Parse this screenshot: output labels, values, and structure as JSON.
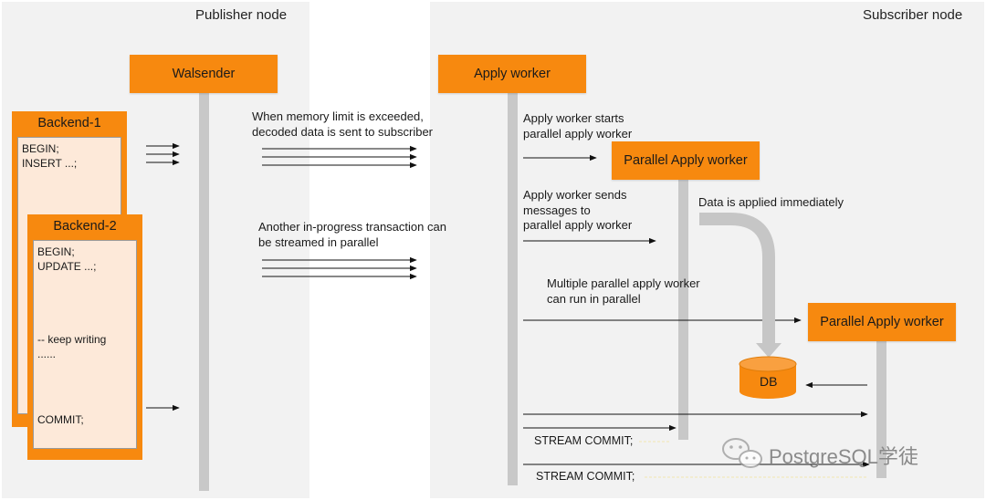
{
  "publisher": {
    "title": "Publisher node",
    "walsender": "Walsender",
    "backend1": {
      "title": "Backend-1",
      "lines": [
        "BEGIN;",
        "INSERT ...;"
      ]
    },
    "backend2": {
      "title": "Backend-2",
      "lines": [
        "BEGIN;",
        "UPDATE ...;",
        "-- keep writing",
        "......",
        "COMMIT;"
      ]
    }
  },
  "notes": {
    "memory_limit": [
      "When memory limit is exceeded,",
      "decoded data is sent to subscriber"
    ],
    "in_progress": [
      "Another in-progress transaction can",
      "be streamed in parallel"
    ],
    "starts_pa": [
      "Apply worker starts",
      "parallel apply worker"
    ],
    "sends_msgs": [
      "Apply worker sends",
      "messages to",
      "parallel apply worker"
    ],
    "applied_immediately": "Data is applied immediately",
    "multiple_pa": [
      "Multiple parallel apply worker",
      "can run in parallel"
    ]
  },
  "subscriber": {
    "title": "Subscriber node",
    "apply_worker": "Apply worker",
    "pa_worker_1": "Parallel Apply worker",
    "pa_worker_2": "Parallel Apply worker",
    "db": "DB"
  },
  "stream_commit": [
    "STREAM COMMIT;",
    "STREAM COMMIT;"
  ],
  "watermark": "PostgreSQL学徒",
  "colors": {
    "orange": "#f7890f",
    "panel": "#f2f2f2",
    "lifeline": "#c8c8c8",
    "inner": "#fde9d9"
  }
}
